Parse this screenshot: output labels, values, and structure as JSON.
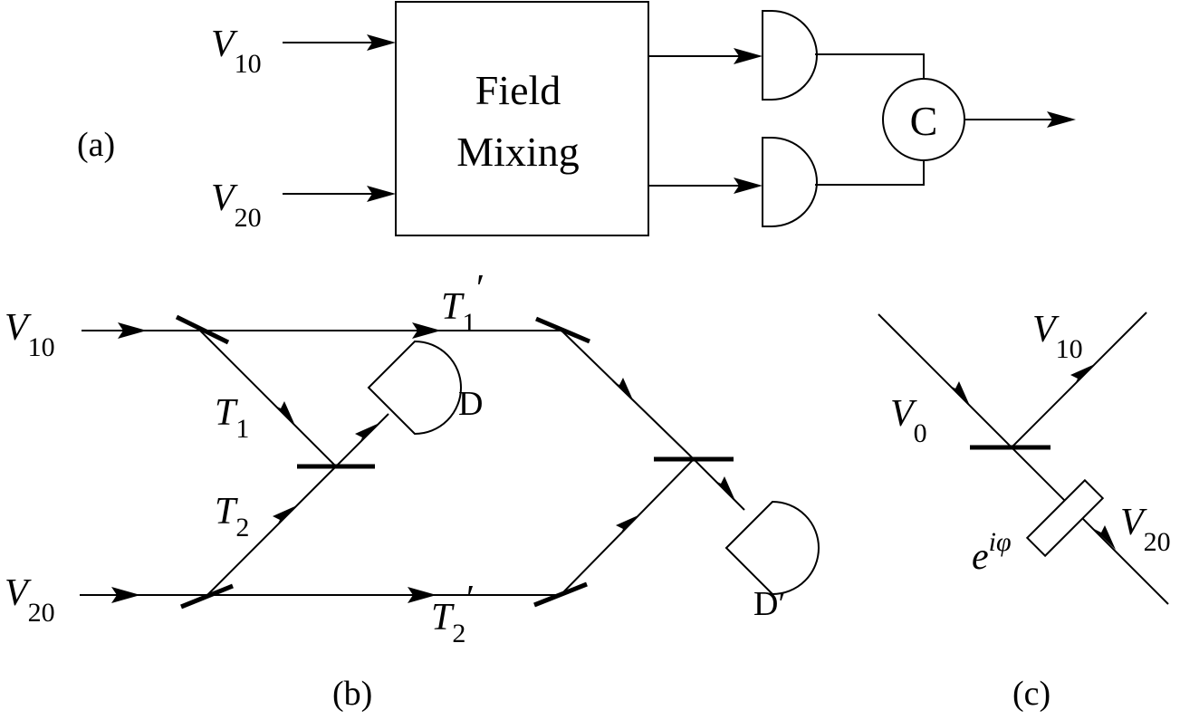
{
  "panel_a": {
    "tag": "(a)",
    "input_top": {
      "sym": "V",
      "sub": "10"
    },
    "input_bottom": {
      "sym": "V",
      "sub": "20"
    },
    "box_line1": "Field",
    "box_line2": "Mixing",
    "correlator": "C"
  },
  "panel_b": {
    "tag": "(b)",
    "input_top": {
      "sym": "V",
      "sub": "10"
    },
    "input_bottom": {
      "sym": "V",
      "sub": "20"
    },
    "t1": {
      "sym": "T",
      "sub": "1"
    },
    "t2": {
      "sym": "T",
      "sub": "2"
    },
    "t1p": {
      "sym": "T",
      "sub": "1",
      "prime": "′"
    },
    "t2p": {
      "sym": "T",
      "sub": "2",
      "prime": "′"
    },
    "detector": "D",
    "detector_prime": "D′"
  },
  "panel_c": {
    "tag": "(c)",
    "v0": {
      "sym": "V",
      "sub": "0"
    },
    "v10": {
      "sym": "V",
      "sub": "10"
    },
    "v20": {
      "sym": "V",
      "sub": "20"
    },
    "phase": {
      "base": "e",
      "exp": "iφ"
    }
  }
}
